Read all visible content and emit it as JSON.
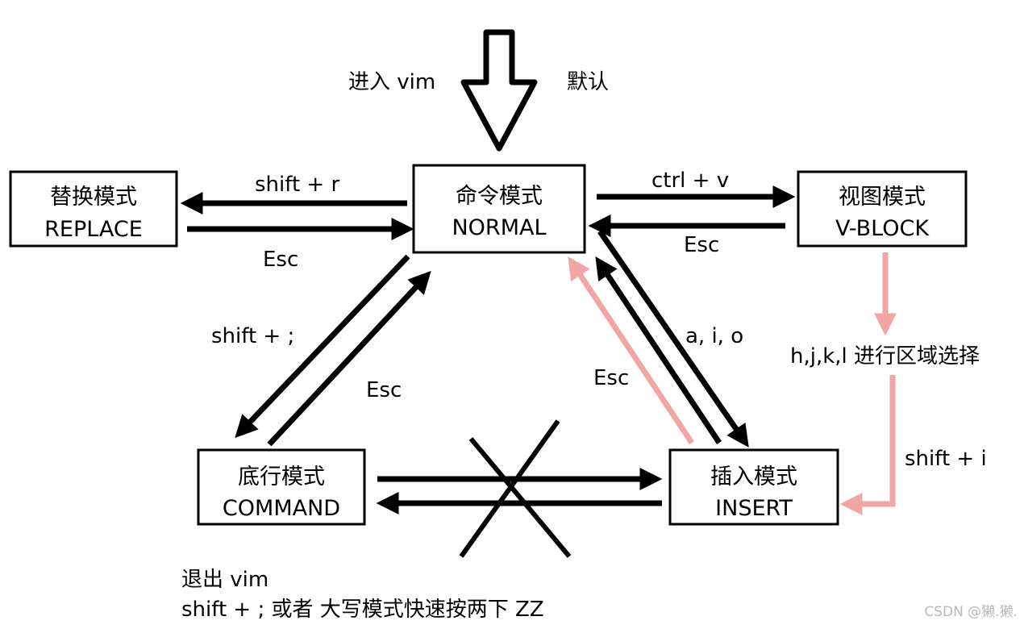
{
  "entry": {
    "left": "进入 vim",
    "right": "默认"
  },
  "modes": {
    "replace": {
      "cn": "替换模式",
      "en": "REPLACE"
    },
    "normal": {
      "cn": "命令模式",
      "en": "NORMAL"
    },
    "vblock": {
      "cn": "视图模式",
      "en": "V-BLOCK"
    },
    "command": {
      "cn": "底行模式",
      "en": "COMMAND"
    },
    "insert": {
      "cn": "插入模式",
      "en": "INSERT"
    }
  },
  "edges": {
    "normal_to_replace": "shift + r",
    "replace_to_normal": "Esc",
    "normal_to_vblock": "ctrl + v",
    "vblock_to_normal": "Esc",
    "normal_to_command": "shift + ;",
    "command_to_normal": "Esc",
    "normal_to_insert": "a,  i,  o",
    "insert_to_normal": "Esc",
    "vblock_select": "h,j,k,l 进行区域选择",
    "vblock_to_insert": "shift + i"
  },
  "note": {
    "line1": "退出 vim",
    "line2": "shift + ; 或者  大写模式快速按两下 ZZ"
  },
  "watermark": "CSDN @獭.獭.",
  "colors": {
    "main": "#000000",
    "pink": "#f2a5a5"
  }
}
